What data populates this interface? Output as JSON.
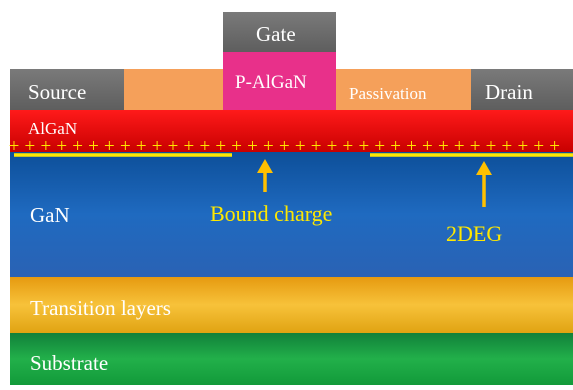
{
  "diagram": {
    "electrodes": {
      "gate": "Gate",
      "source": "Source",
      "drain": "Drain"
    },
    "layers": {
      "p_algan": "P-AlGaN",
      "passivation": "Passivation",
      "algan": "AlGaN",
      "gan": "GaN",
      "transition": "Transition layers",
      "substrate": "Substrate"
    },
    "annotations": {
      "bound_charge": "Bound charge",
      "two_deg": "2DEG",
      "plus_sign": "+"
    },
    "colors": {
      "electrode": "#6b6b6b",
      "p_algan": "#e8308a",
      "passivation": "#f5a05a",
      "algan": "#e00000",
      "gan": "#1f5fa8",
      "transition": "#f0b21a",
      "substrate": "#1a9a3c",
      "charge": "#ffe800",
      "arrow": "#ffc000"
    }
  }
}
